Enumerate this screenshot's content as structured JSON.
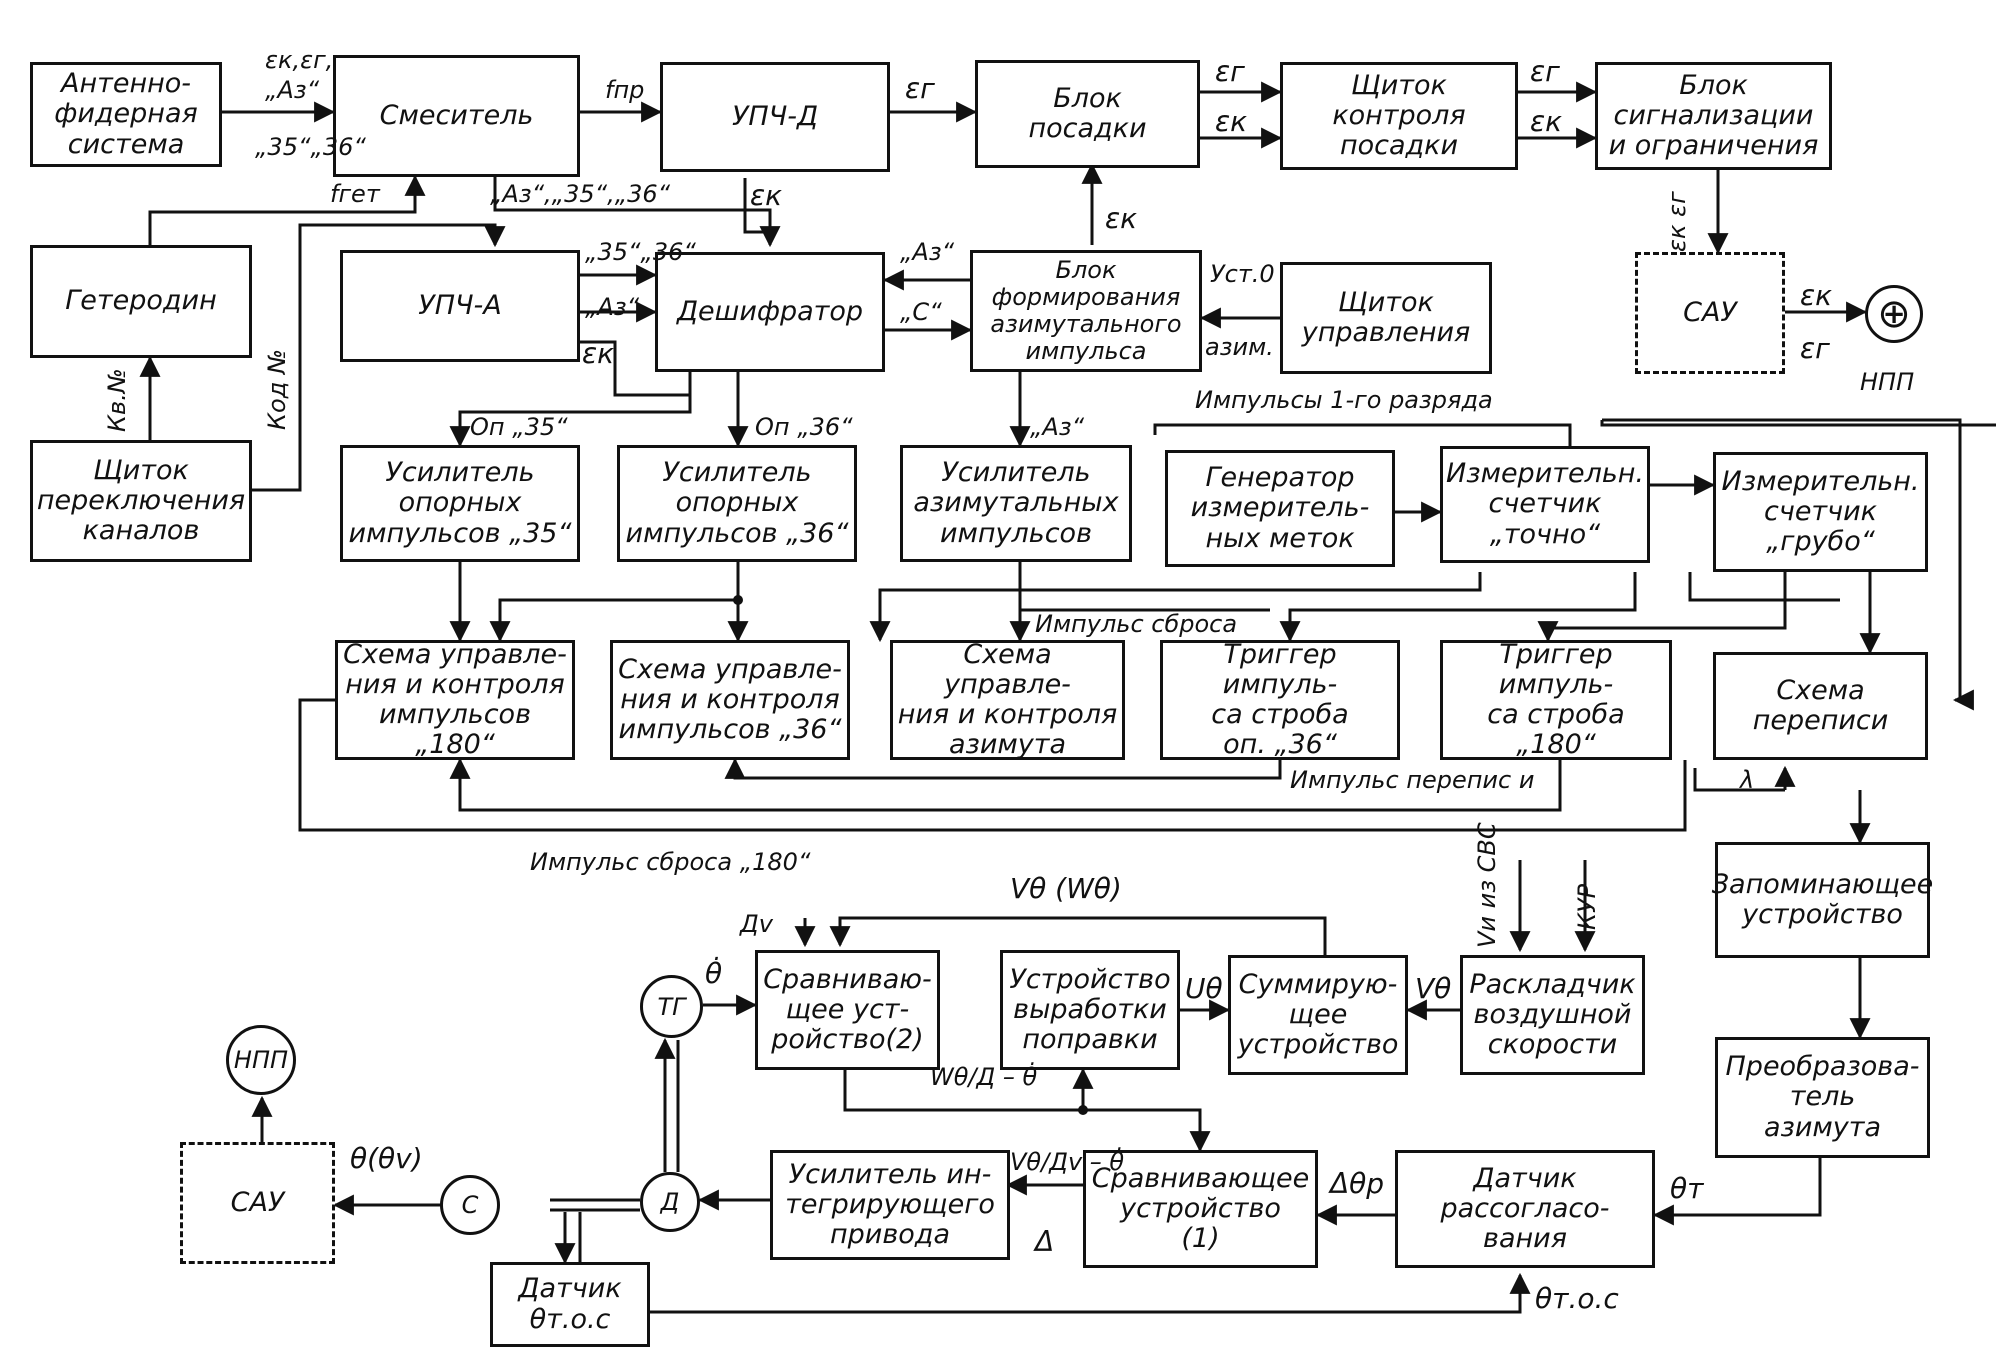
{
  "blocks": {
    "antenna": "Антенно-\nфидерная\nсистема",
    "mixer": "Смеситель",
    "upch_d": "УПЧ-Д",
    "landing_unit": "Блок\nпосадки",
    "landing_panel": "Щиток\nконтроля\nпосадки",
    "signal_unit": "Блок\nсигнализации\nи ограничения",
    "heterodyne": "Гетеродин",
    "upch_a": "УПЧ-А",
    "decoder": "Дешифратор",
    "azimuth_pulse_unit": "Блок\nформирования\nазимутального\nимпульса",
    "control_panel": "Щиток\nуправления",
    "sau_top": "САУ",
    "channel_panel": "Щиток\nпереключения\nканалов",
    "amp_35": "Усилитель\nопорных\nимпульсов „35“",
    "amp_36": "Усилитель\nопорных\nимпульсов „36“",
    "amp_az": "Усилитель\nазимутальных\nимпульсов",
    "generator": "Генератор\nизмеритель-\nных меток",
    "counter_fine": "Измерительн.\nсчетчик\n„точно“",
    "counter_coarse": "Измерительн.\nсчетчик\n„грубо“",
    "ctrl_180": "Схема управле-\nния и контроля\nимпульсов „180“",
    "ctrl_36": "Схема управле-\nния и контроля\nимпульсов „36“",
    "ctrl_az": "Схема управле-\nния и контроля\nазимута",
    "trig_36": "Триггер импуль-\nса строба\nоп. „36“",
    "trig_180": "Триггер импуль-\nса строба\n„180“",
    "rewrite": "Схема\nпереписи",
    "memory": "Запоминающее\nустройство",
    "converter": "Преобразова-\nтель\nазимута",
    "comparator2": "Сравниваю-\nщее уст-\nройство(2)",
    "correction": "Устройство\nвыработки\nпоправки",
    "summing": "Суммирую-\nщее\nустройство",
    "airspeed": "Раскладчик\nвоздушной\nскорости",
    "comparator1": "Сравнивающее\nустройство\n(1)",
    "mismatch_sensor": "Датчик\nрассогласо-\nвания",
    "integrator_amp": "Усилитель ин-\nтегрирующего\nпривода",
    "sau_bottom": "САУ",
    "feedback_sensor": "Датчик\nθт.о.с"
  },
  "circles": {
    "npp_bottom": "НПП",
    "tg": "ТГ",
    "s": "С",
    "d": "Д"
  },
  "labels": {
    "eps_k_eps_g_az": "εк,εг,",
    "az_q": "„Аз“",
    "q35_36": "„35“„36“",
    "f_pr": "fпр",
    "eps_g_1": "εг",
    "eps_g_2": "εг",
    "eps_k_2": "εк",
    "eps_g_3": "εг",
    "eps_k_3": "εк",
    "f_get": "fгет",
    "az_35_36": "„Аз“,„35“,„36“",
    "eps_k_4": "εк",
    "eps_k_5": "εк",
    "q35_36b": "„35“„36“",
    "az_2": "„Аз“",
    "eps_k_6": "εк",
    "az_3": "„Аз“",
    "c_q": "„С“",
    "ust0": "Уст.0",
    "azim": "азим.",
    "eps_k_eps_g_v": "εк εг",
    "eps_k_7": "εк",
    "eps_g_7": "εг",
    "npp_top": "НПП",
    "kv_no": "Кв.№",
    "kod_no": "Код №",
    "pulses_1": "Импульсы 1-го разряда",
    "op35": "Оп „35“",
    "op36": "Оп „36“",
    "az_4": "„Аз“",
    "reset_pulse": "Импульс  сброса",
    "rewrite_pulse": "Импульс перепис и",
    "reset_180": "Импульс  сброса „180“",
    "lambda": "λ",
    "v_theta_w": "Vθ (Wθ)",
    "d_v": "Дv",
    "theta_dot": "θ̇",
    "u_theta": "Uθ",
    "v_theta": "Vθ",
    "vi_svs": "Vи из СВС",
    "kur": "КУР",
    "w_d_theta": "Wθ/Д – θ̇",
    "v_d_theta": "Vθ/Дv – θ̇",
    "delta_theta_r": "Δθр",
    "theta_t": "θт",
    "theta_v": "θ(θv)",
    "delta": "Δ",
    "theta_tos": "θт.о.с"
  }
}
